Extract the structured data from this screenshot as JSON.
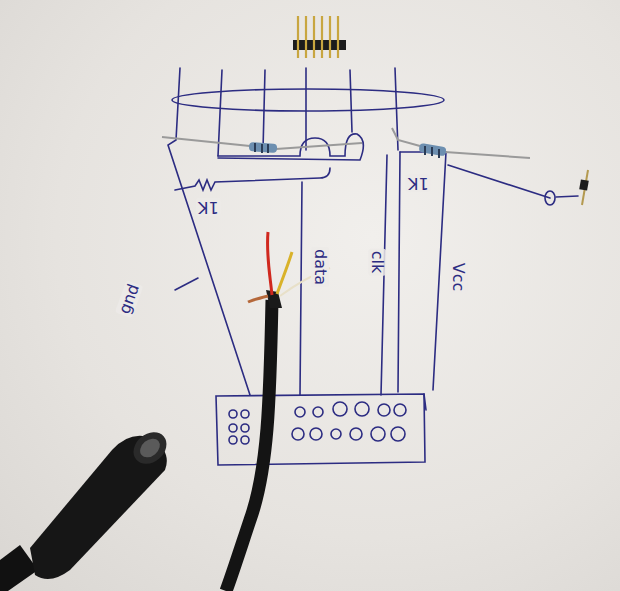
{
  "diagram": {
    "labels": [
      "1K",
      "1K",
      "data",
      "clk",
      "Vcc",
      "gnd"
    ]
  }
}
